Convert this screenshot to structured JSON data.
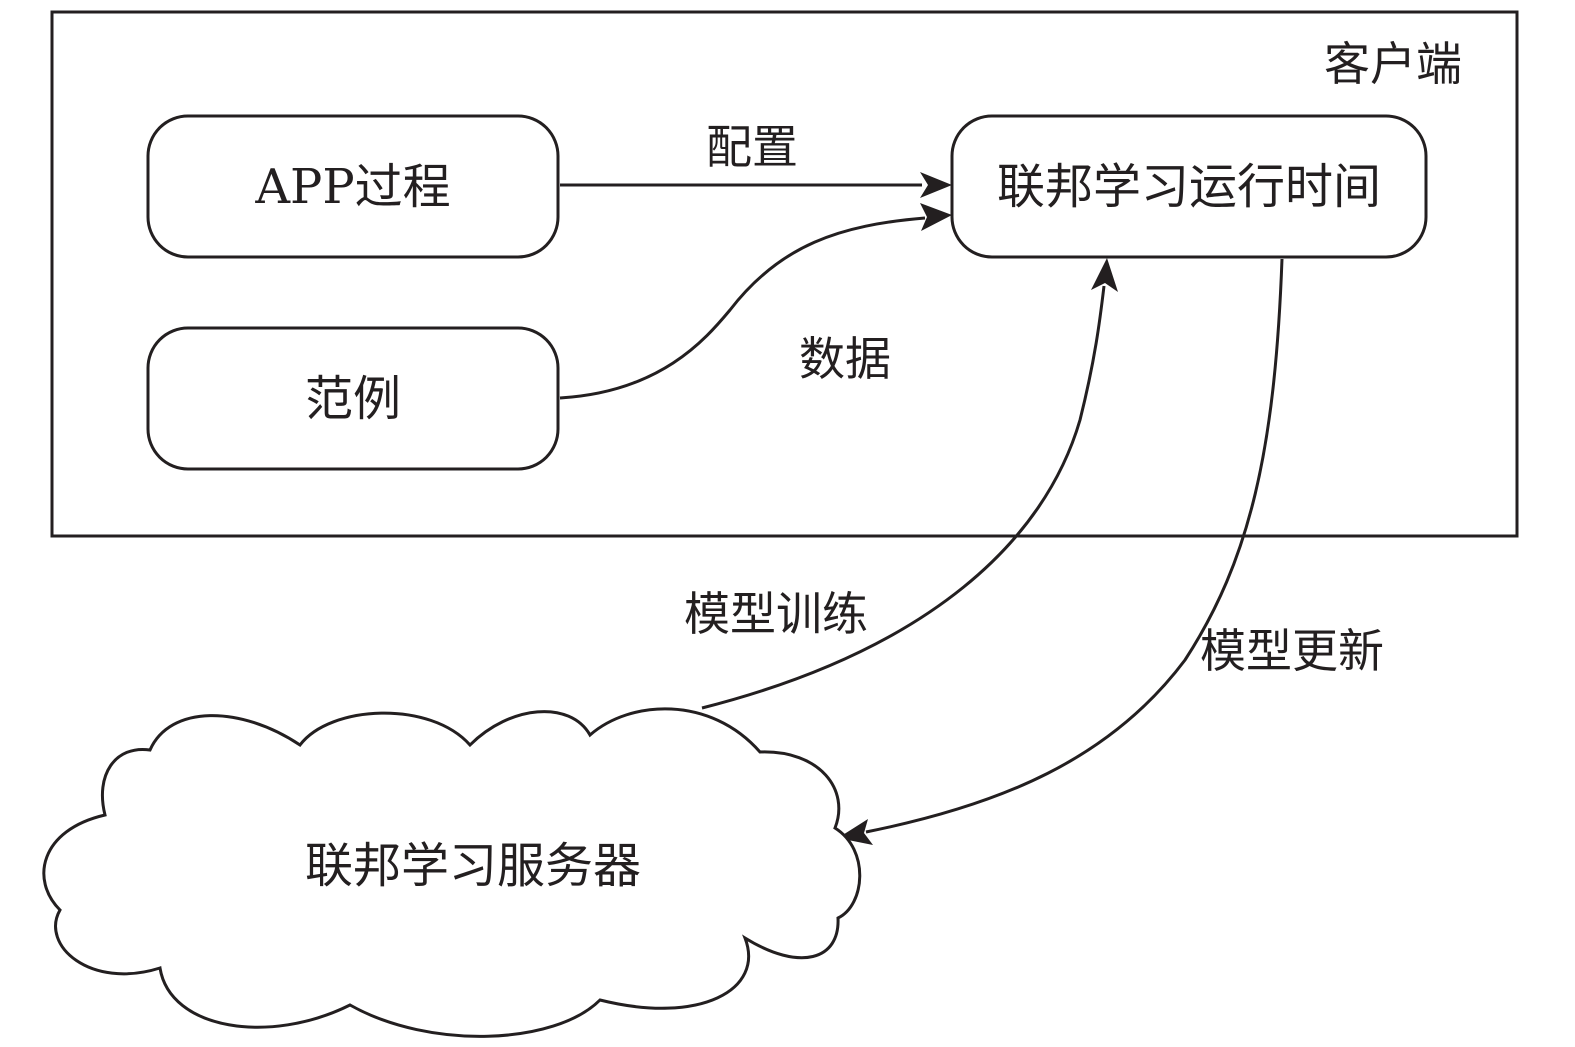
{
  "client": {
    "title": "客户端"
  },
  "nodes": {
    "app_process": "APP过程",
    "examples": "范例",
    "fl_runtime": "联邦学习运行时间",
    "fl_server": "联邦学习服务器"
  },
  "edges": {
    "config": "配置",
    "data": "数据",
    "model_training": "模型训练",
    "model_update": "模型更新"
  },
  "colors": {
    "line": "#231f20",
    "background": "#ffffff"
  }
}
